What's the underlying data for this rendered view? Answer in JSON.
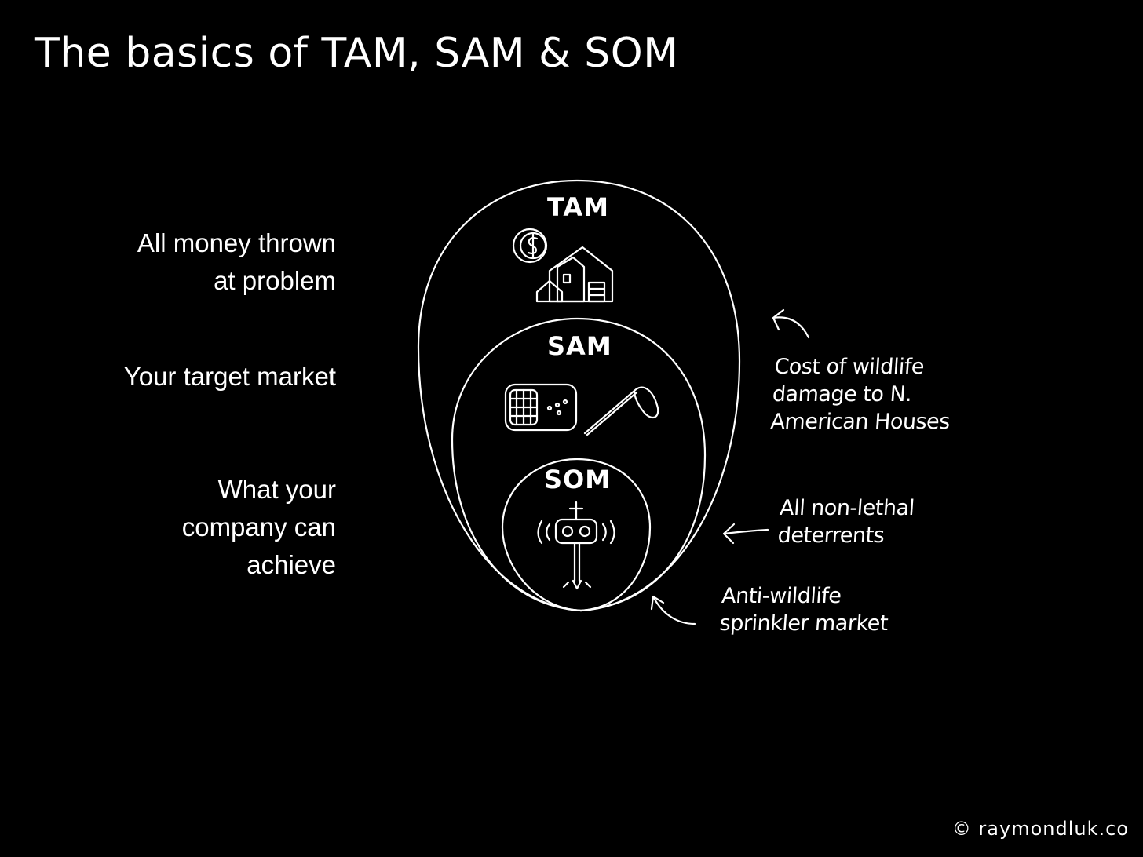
{
  "title": "The basics of TAM, SAM & SOM",
  "left_labels": {
    "tam": [
      "All money thrown",
      "at problem"
    ],
    "sam": [
      "Your target market"
    ],
    "som": [
      "What your",
      "company can",
      "achieve"
    ]
  },
  "circles": {
    "tam": "TAM",
    "sam": "SAM",
    "som": "SOM"
  },
  "annotations": {
    "tam": [
      "Cost of wildlife",
      "damage to N.",
      "American Houses"
    ],
    "sam": [
      "All non-lethal",
      "deterrents"
    ],
    "som": [
      "Anti-wildlife",
      "sprinkler market"
    ]
  },
  "copyright": "© raymondluk.co"
}
